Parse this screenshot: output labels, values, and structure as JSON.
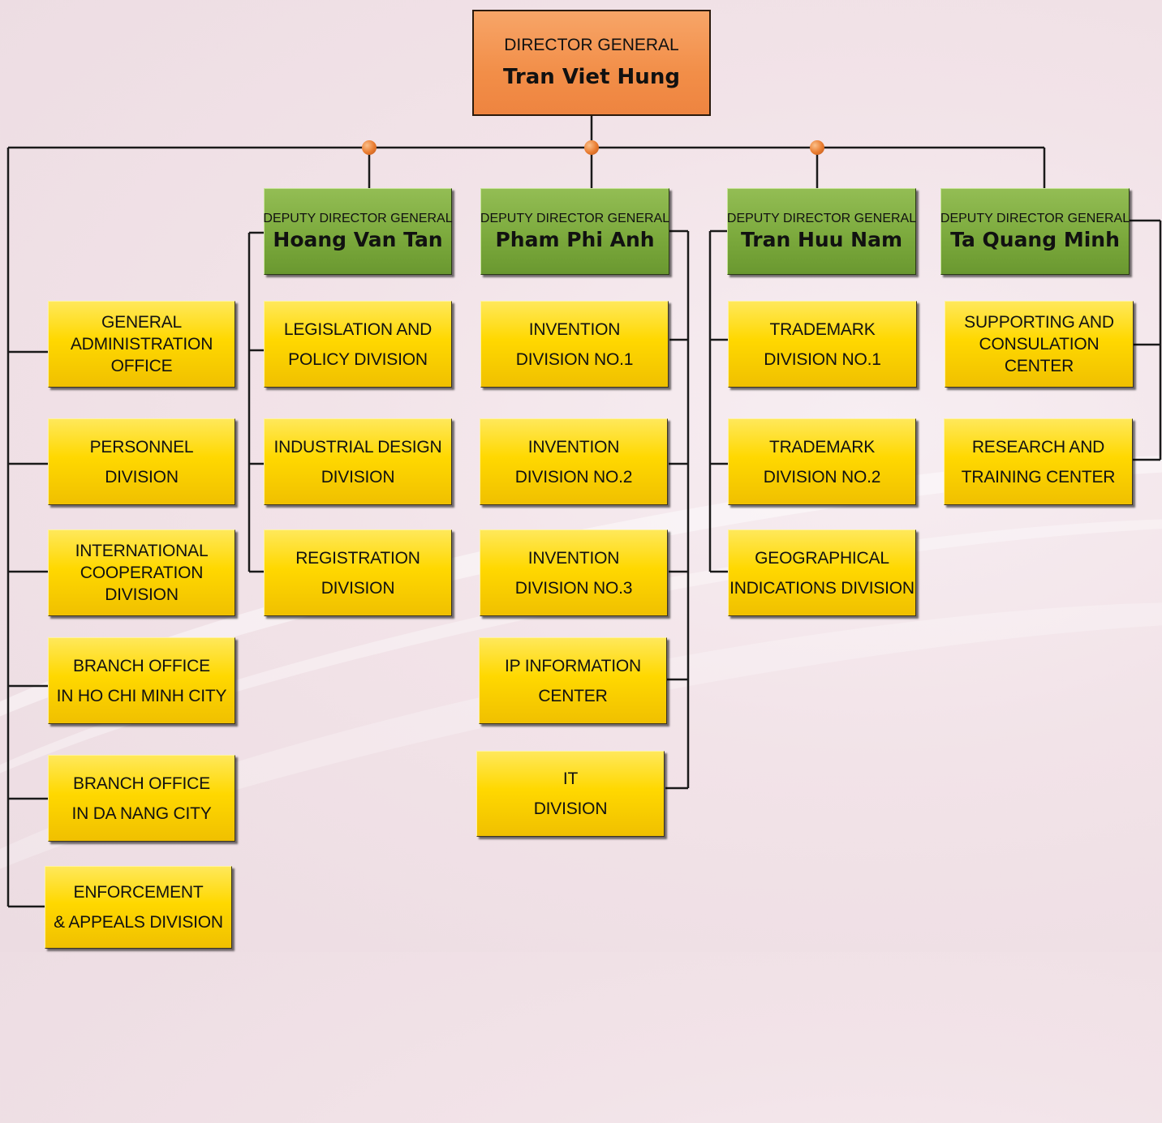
{
  "director": {
    "role": "DIRECTOR GENERAL",
    "name": "Tran Viet Hung"
  },
  "deputies": [
    {
      "role": "DEPUTY DIRECTOR GENERAL",
      "name": "Hoang Van Tan"
    },
    {
      "role": "DEPUTY DIRECTOR GENERAL",
      "name": "Pham Phi Anh"
    },
    {
      "role": "DEPUTY DIRECTOR GENERAL",
      "name": "Tran Huu Nam"
    },
    {
      "role": "DEPUTY DIRECTOR GENERAL",
      "name": "Ta Quang Minh"
    }
  ],
  "direct_units": [
    [
      "GENERAL",
      "ADMINISTRATION",
      "OFFICE"
    ],
    [
      "PERSONNEL",
      "DIVISION"
    ],
    [
      "INTERNATIONAL",
      "COOPERATION",
      "DIVISION"
    ],
    [
      "BRANCH OFFICE",
      "IN HO CHI MINH CITY"
    ],
    [
      "BRANCH OFFICE",
      "IN DA NANG CITY"
    ],
    [
      "ENFORCEMENT",
      "& APPEALS DIVISION"
    ]
  ],
  "hoang_units": [
    [
      "LEGISLATION AND",
      "POLICY DIVISION"
    ],
    [
      "INDUSTRIAL DESIGN",
      "DIVISION"
    ],
    [
      "REGISTRATION",
      "DIVISION"
    ]
  ],
  "pham_units": [
    [
      "INVENTION",
      "DIVISION NO.1"
    ],
    [
      "INVENTION",
      "DIVISION NO.2"
    ],
    [
      "INVENTION",
      "DIVISION NO.3"
    ],
    [
      "IP INFORMATION",
      "CENTER"
    ],
    [
      "IT",
      "DIVISION"
    ]
  ],
  "tran_units": [
    [
      "TRADEMARK",
      "DIVISION NO.1"
    ],
    [
      "TRADEMARK",
      "DIVISION NO.2"
    ],
    [
      "GEOGRAPHICAL",
      "INDICATIONS DIVISION"
    ]
  ],
  "ta_units": [
    [
      "SUPPORTING AND",
      "CONSULATION",
      "CENTER"
    ],
    [
      "RESEARCH AND",
      "TRAINING CENTER"
    ]
  ]
}
